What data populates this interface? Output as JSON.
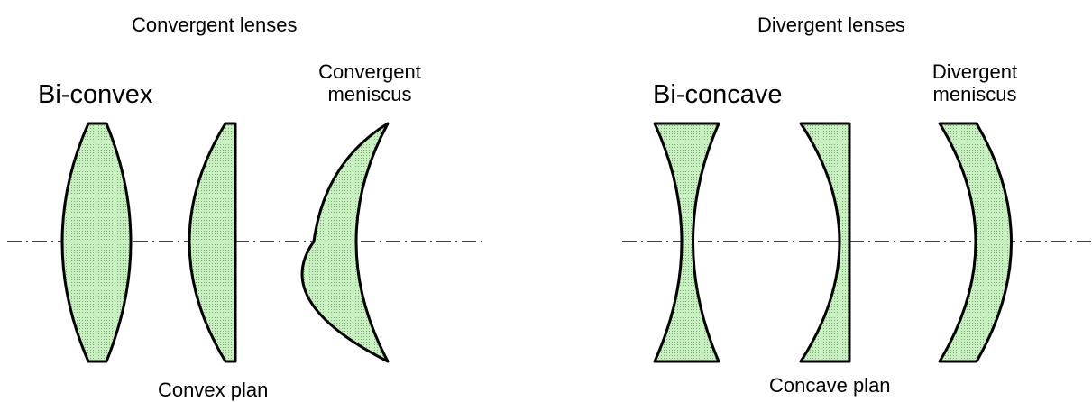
{
  "colors": {
    "lens_fill": "#c8f0c0",
    "stroke": "#000000",
    "background": "#ffffff"
  },
  "convergent": {
    "title": "Convergent lenses",
    "biconvex_label": "Bi-convex",
    "meniscus_label_line1": "Convergent",
    "meniscus_label_line2": "meniscus",
    "plano_label": "Convex plan"
  },
  "divergent": {
    "title": "Divergent lenses",
    "biconcave_label": "Bi-concave",
    "meniscus_label_line1": "Divergent",
    "meniscus_label_line2": "meniscus",
    "plano_label": "Concave plan"
  }
}
